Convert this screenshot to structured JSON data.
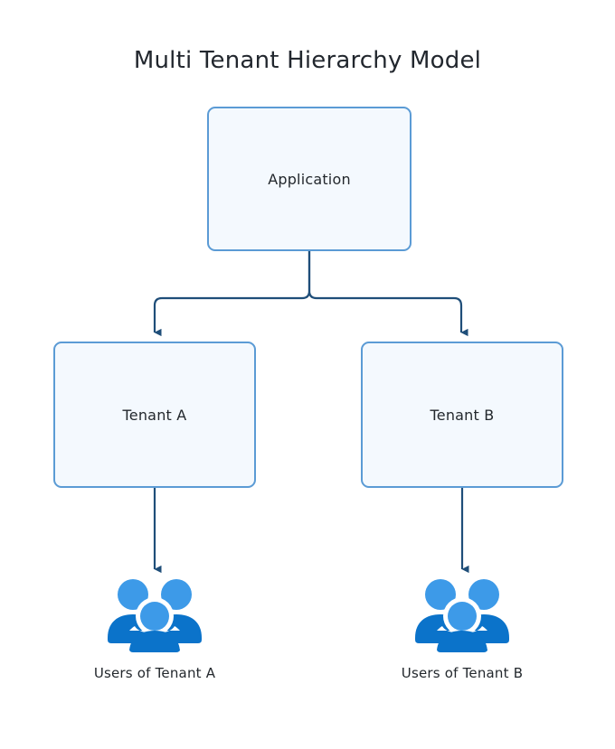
{
  "diagram": {
    "title": "Multi Tenant Hierarchy Model",
    "type": "hierarchy-tree",
    "background_color": "#ffffff",
    "colors": {
      "node_fill": "#f4f9fe",
      "node_border": "#5b9bd5",
      "connector": "#1f4e79",
      "title_text": "#22272e",
      "node_text": "#23282d",
      "icon_head": "#3d9ae8",
      "icon_body": "#0b73ca"
    },
    "nodes": [
      {
        "id": "application",
        "label": "Application"
      },
      {
        "id": "tenant-a",
        "label": "Tenant A"
      },
      {
        "id": "tenant-b",
        "label": "Tenant B"
      }
    ],
    "leaves": [
      {
        "id": "users-a",
        "icon": "users-group-icon",
        "caption": "Users of Tenant A"
      },
      {
        "id": "users-b",
        "icon": "users-group-icon",
        "caption": "Users of Tenant B"
      }
    ],
    "edges": [
      {
        "from": "application",
        "to": "tenant-a",
        "style": "elbow-arrow"
      },
      {
        "from": "application",
        "to": "tenant-b",
        "style": "elbow-arrow"
      },
      {
        "from": "tenant-a",
        "to": "users-a",
        "style": "straight-arrow"
      },
      {
        "from": "tenant-b",
        "to": "users-b",
        "style": "straight-arrow"
      }
    ]
  }
}
